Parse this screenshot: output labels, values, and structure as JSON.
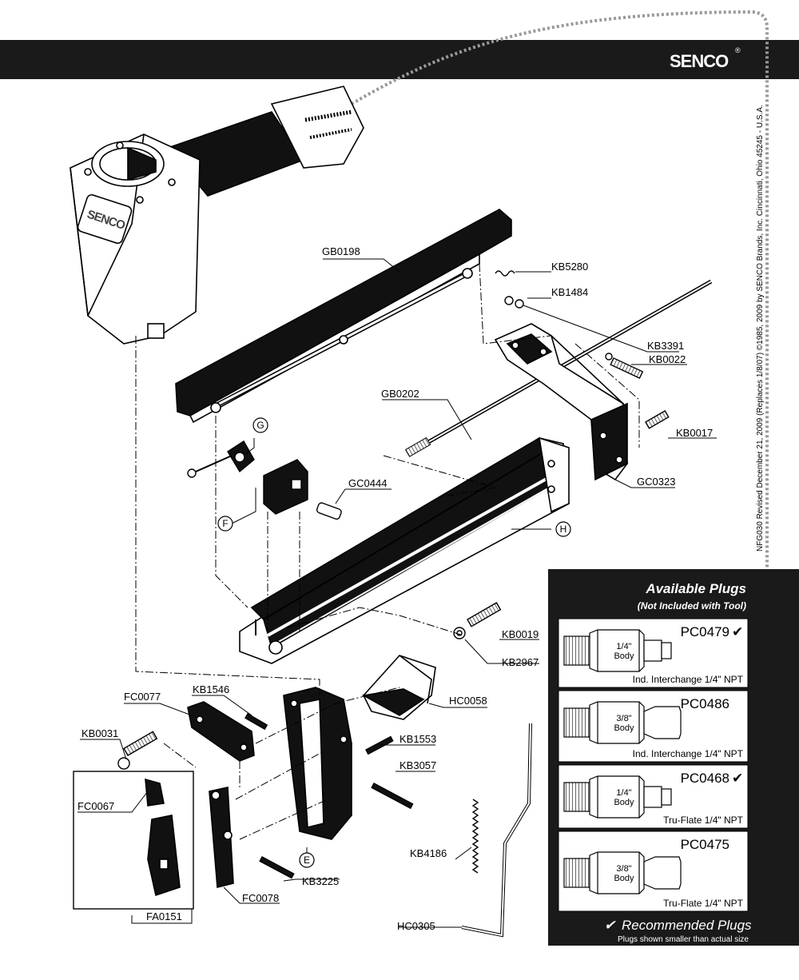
{
  "header": {
    "brand": "SENCO",
    "registered_mark": "®"
  },
  "tool_brand": "SENCO",
  "side_note": "NFG030  Revised December 21, 2009 (Replaces 1/8/07)    ©1985, 2009 by SENCO Brands, Inc.  Cincinnati, Ohio 45245 - U.S.A.",
  "parts": {
    "gb0198": "GB0198",
    "kb5280": "KB5280",
    "kb1484": "KB1484",
    "kb3391": "KB3391",
    "kb0022": "KB0022",
    "gb0202": "GB0202",
    "kb0017": "KB0017",
    "gc0323": "GC0323",
    "gc0444": "GC0444",
    "kb0019": "KB0019",
    "kb2967": "KB2967",
    "hc0058": "HC0058",
    "fc0077": "FC0077",
    "kb1546": "KB1546",
    "kb0031": "KB0031",
    "kb1553": "KB1553",
    "kb3057": "KB3057",
    "fc0067": "FC0067",
    "kb4186": "KB4186",
    "kb3225": "KB3225",
    "fc0078": "FC0078",
    "fa0151": "FA0151",
    "hc0305": "HC0305"
  },
  "callouts": {
    "g": "G",
    "f": "F",
    "h": "H",
    "e": "E"
  },
  "plugs_panel": {
    "title": "Available Plugs",
    "subtitle": "(Not Included with Tool)",
    "recommended_label": "Recommended Plugs",
    "recommended_check": "✔",
    "size_note": "Plugs shown smaller than actual size",
    "plugs": [
      {
        "code": "PC0479",
        "check": "✔",
        "body_line1": "1/4\"",
        "body_line2": "Body",
        "desc": "Ind. Interchange 1/4\" NPT"
      },
      {
        "code": "PC0486",
        "check": "",
        "body_line1": "3/8\"",
        "body_line2": "Body",
        "desc": "Ind. Interchange 1/4\" NPT"
      },
      {
        "code": "PC0468",
        "check": "✔",
        "body_line1": "1/4\"",
        "body_line2": "Body",
        "desc": "Tru-Flate 1/4\" NPT"
      },
      {
        "code": "PC0475",
        "check": "",
        "body_line1": "3/8\"",
        "body_line2": "Body",
        "desc": "Tru-Flate 1/4\" NPT"
      }
    ]
  },
  "colors": {
    "header_bg": "#1a1a1a",
    "panel_bg": "#1a1a1a",
    "ink": "#000000",
    "paper": "#ffffff",
    "dotted": "#999999"
  }
}
